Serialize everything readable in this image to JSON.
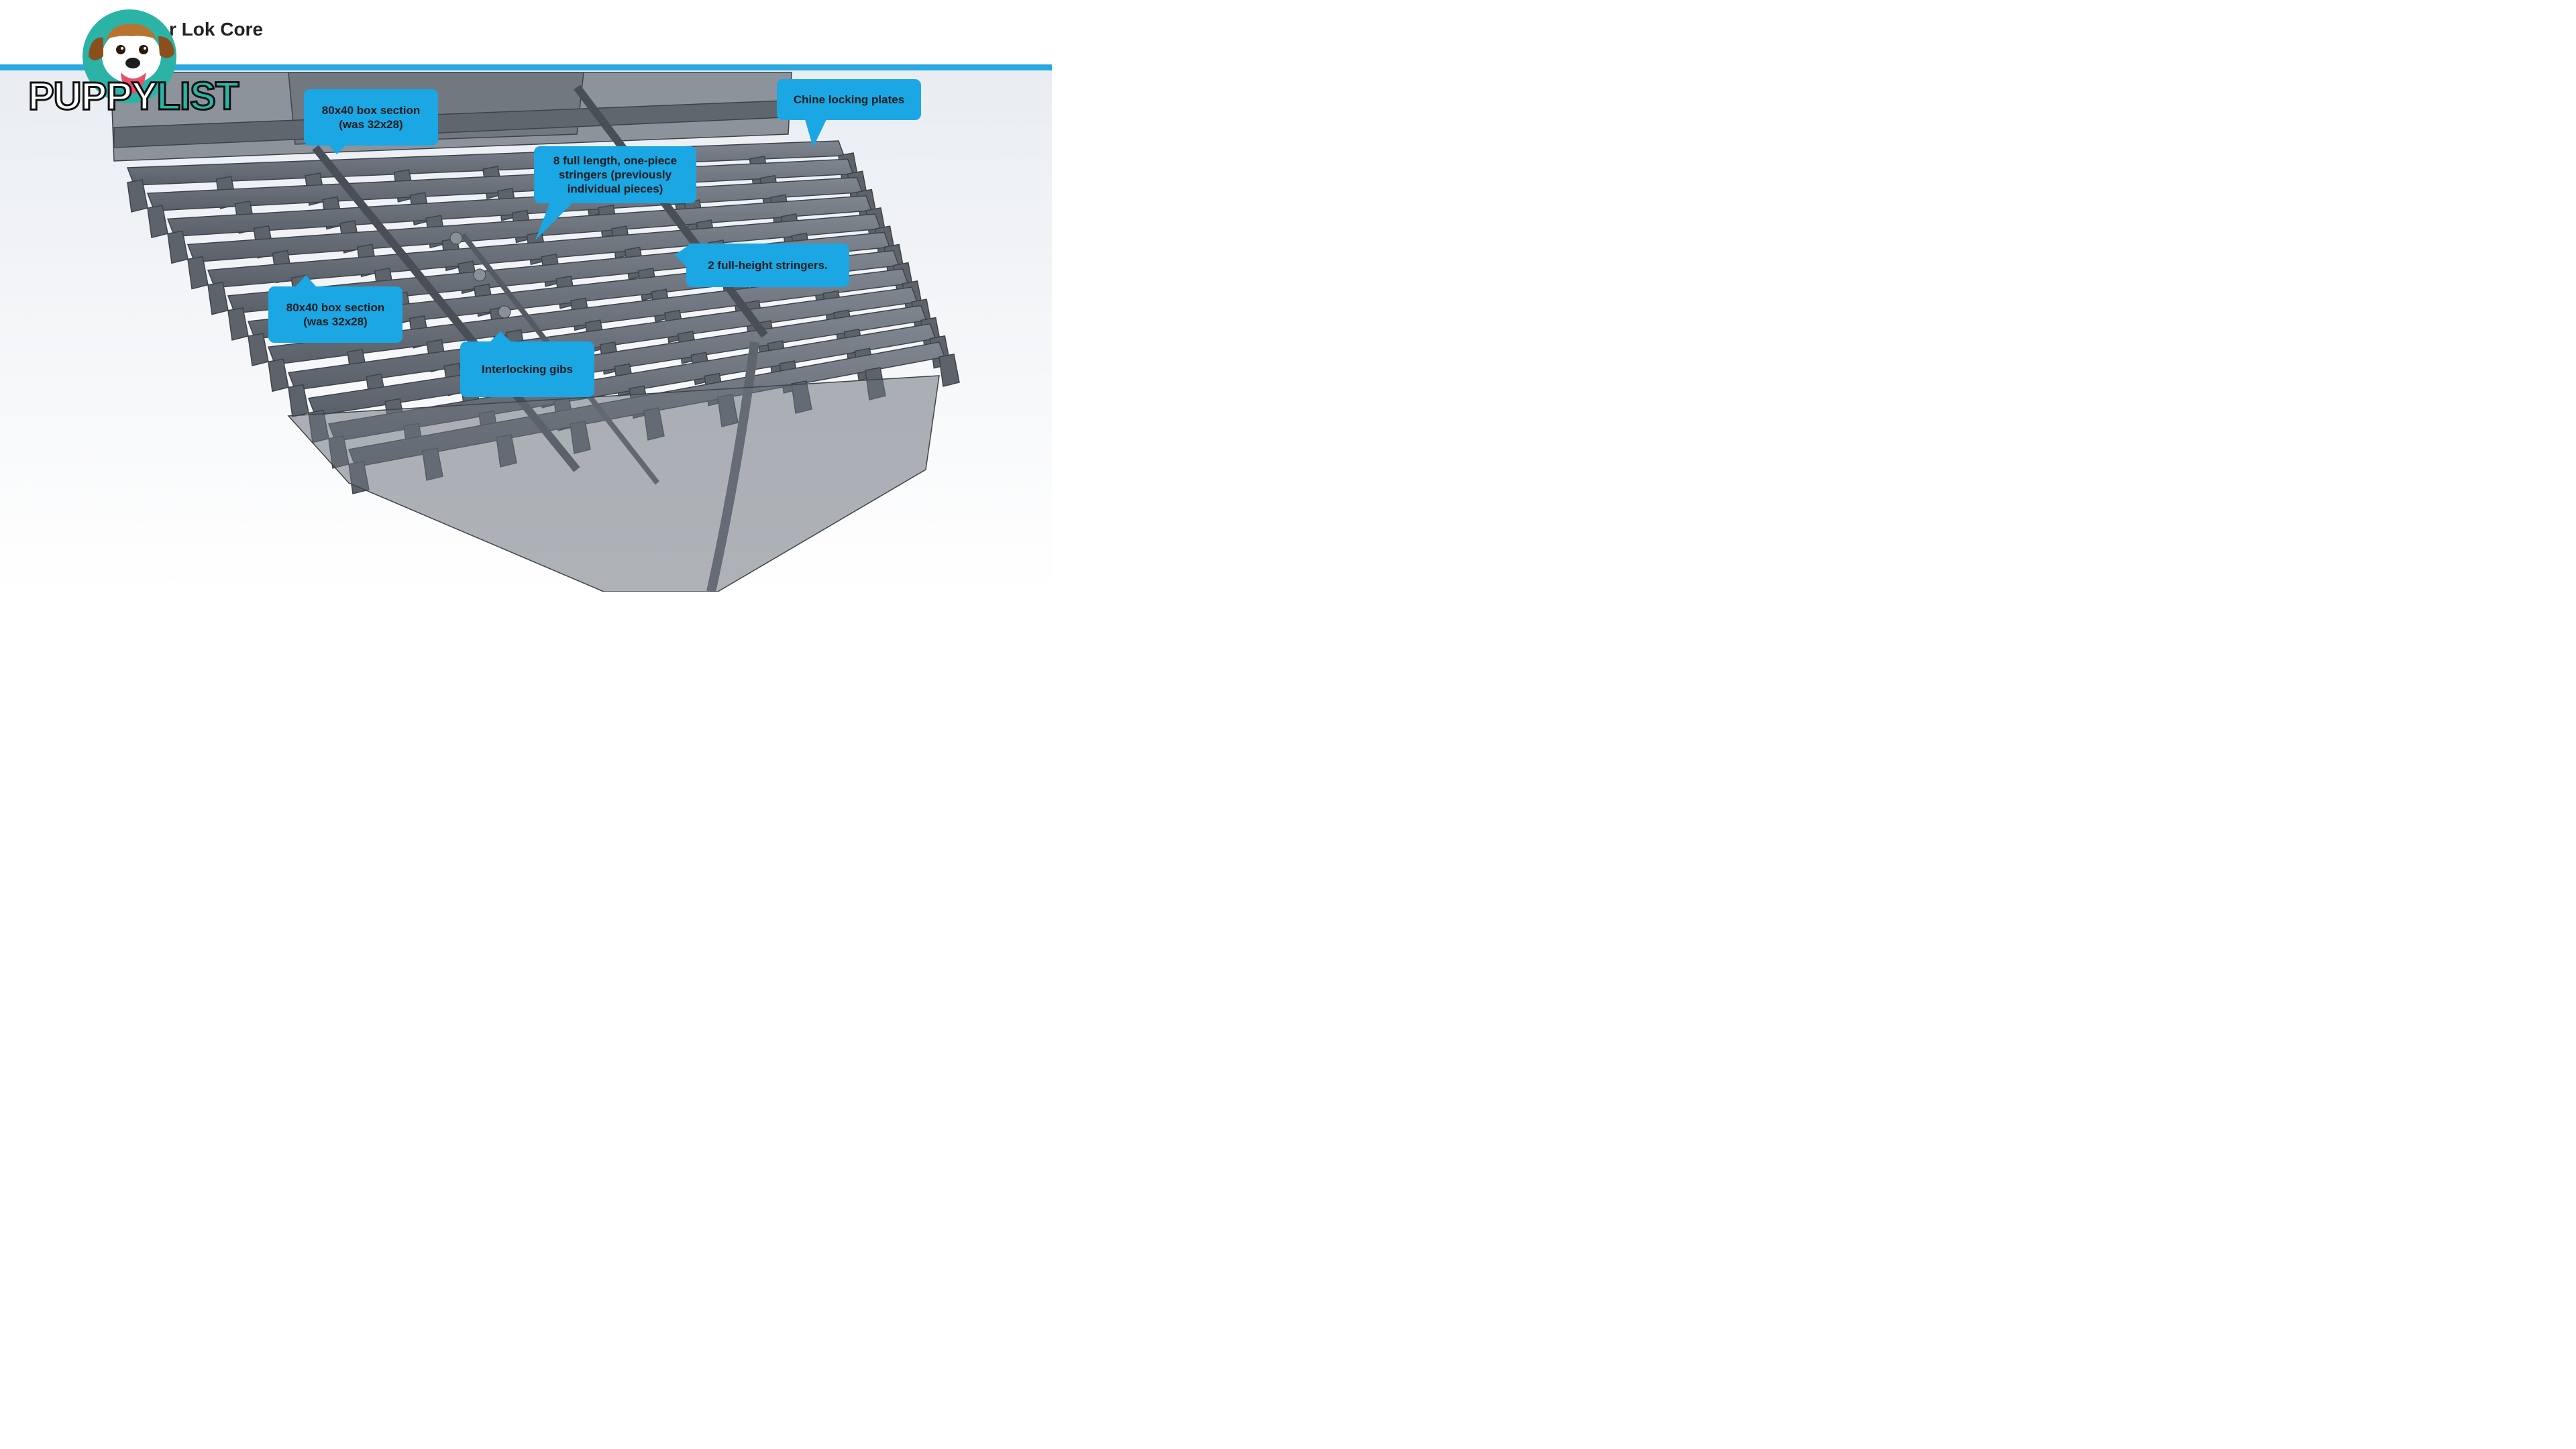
{
  "header": {
    "title": "r Lok Core",
    "accent_color": "#29a9e0"
  },
  "logo": {
    "text_part1": "PUPPY",
    "text_part2": "LIST",
    "icon": "dog-mascot-icon"
  },
  "callouts": [
    {
      "id": "box-section-top",
      "text": "80x40 box section\n(was 32x28)"
    },
    {
      "id": "chine-locking",
      "text": "Chine locking plates"
    },
    {
      "id": "stringers-full-length",
      "text": "8 full length, one-piece\nstringers (previously\nindividual pieces)"
    },
    {
      "id": "full-height-stringers",
      "text": "2 full-height stringers."
    },
    {
      "id": "box-section-left",
      "text": "80x40 box section\n(was 32x28)"
    },
    {
      "id": "interlocking-gibs",
      "text": "Interlocking gibs"
    }
  ],
  "colors": {
    "callout_fill": "#1aa7e4",
    "frame_steel": "#6c727c",
    "frame_dark": "#3e434b"
  }
}
